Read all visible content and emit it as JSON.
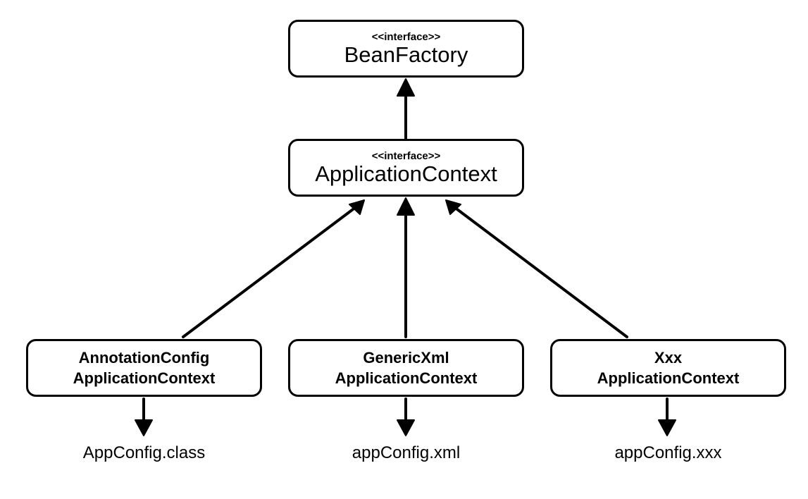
{
  "nodes": {
    "bean_factory": {
      "stereotype": "<<interface>>",
      "name": "BeanFactory"
    },
    "application_context": {
      "stereotype": "<<interface>>",
      "name": "ApplicationContext"
    },
    "annotation_config": {
      "line1": "AnnotationConfig",
      "line2": "ApplicationContext"
    },
    "generic_xml": {
      "line1": "GenericXml",
      "line2": "ApplicationContext"
    },
    "xxx": {
      "line1": "Xxx",
      "line2": "ApplicationContext"
    }
  },
  "config_sources": {
    "annotation_config": "AppConfig.class",
    "generic_xml": "appConfig.xml",
    "xxx": "appConfig.xxx"
  },
  "colors": {
    "stroke": "#000000",
    "background": "#ffffff"
  }
}
